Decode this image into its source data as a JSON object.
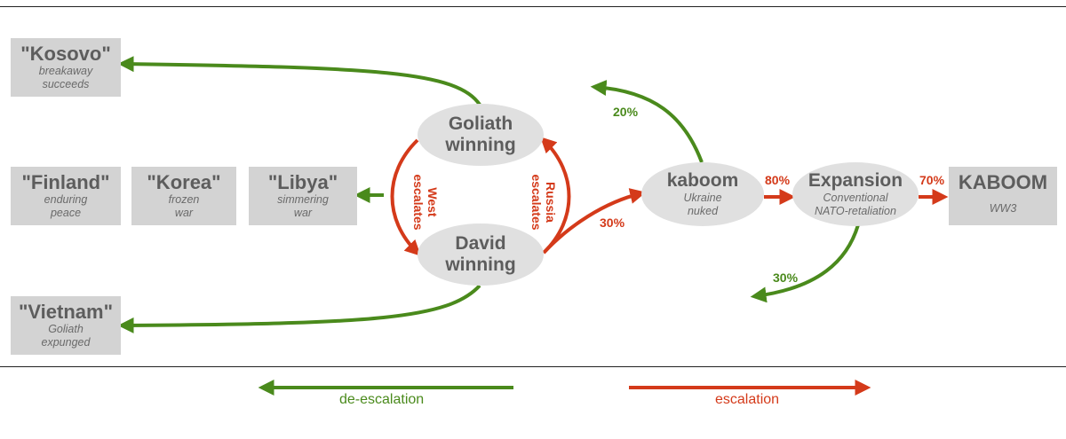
{
  "outcomes": {
    "kosovo": {
      "title": "\"Kosovo\"",
      "sub1": "breakaway",
      "sub2": "succeeds"
    },
    "finland": {
      "title": "\"Finland\"",
      "sub1": "enduring",
      "sub2": "peace"
    },
    "korea": {
      "title": "\"Korea\"",
      "sub1": "frozen",
      "sub2": "war"
    },
    "libya": {
      "title": "\"Libya\"",
      "sub1": "simmering",
      "sub2": "war"
    },
    "vietnam": {
      "title": "\"Vietnam\"",
      "sub1": "Goliath",
      "sub2": "expunged"
    },
    "kaboom_big": {
      "title": "KABOOM",
      "sub1": "WW3"
    }
  },
  "states": {
    "goliath": {
      "line1": "Goliath",
      "line2": "winning"
    },
    "david": {
      "line1": "David",
      "line2": "winning"
    },
    "kaboom": {
      "title": "kaboom",
      "sub1": "Ukraine",
      "sub2": "nuked"
    },
    "expansion": {
      "title": "Expansion",
      "sub1": "Conventional",
      "sub2": "NATO-retaliation"
    }
  },
  "edge_labels": {
    "west": [
      "West",
      "escalates"
    ],
    "russia": [
      "Russia",
      "escalates"
    ]
  },
  "percentages": {
    "kaboom_deescalate": "20%",
    "david_to_kaboom": "30%",
    "kaboom_to_expansion": "80%",
    "expansion_to_kaboom": "70%",
    "expansion_deescalate": "30%"
  },
  "legend": {
    "deescalation": "de-escalation",
    "escalation": "escalation"
  },
  "colors": {
    "green": "#4a8a1c",
    "red": "#d43a1a",
    "box": "#d3d3d3",
    "ellipse": "#e0e0e0",
    "text": "#5d5d5d"
  }
}
